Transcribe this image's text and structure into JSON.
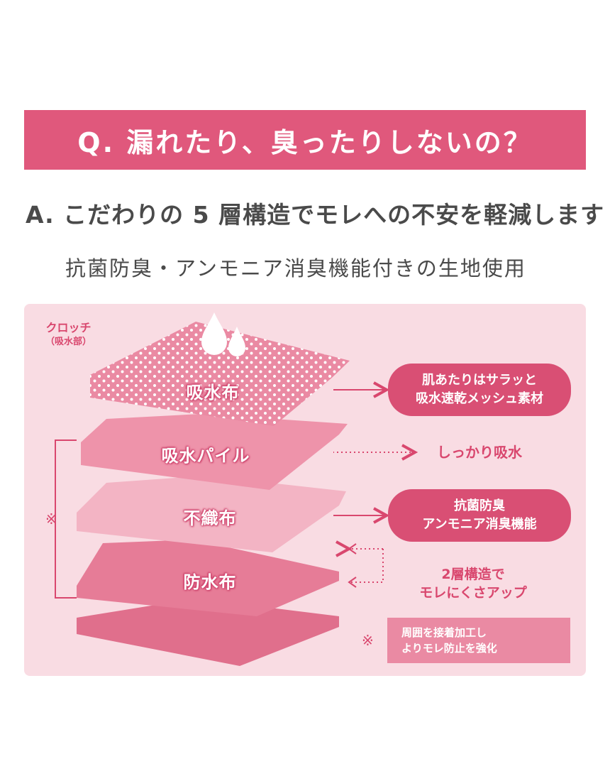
{
  "question": "Q. 漏れたり、臭ったりしないの？",
  "answer": "A. こだわりの 5 層構造でモレへの不安を軽減します",
  "subline": "抗菌防臭・アンモニア消臭機能付きの生地使用",
  "crotch": {
    "title": "クロッチ",
    "sub": "（吸水部）"
  },
  "layers": [
    {
      "label": "吸水布"
    },
    {
      "label": "吸水パイル"
    },
    {
      "label": "不織布"
    },
    {
      "label": "防水布"
    }
  ],
  "callouts": {
    "mesh": [
      "肌あたりはサラッと",
      "吸水速乾メッシュ素材"
    ],
    "absorb": "しっかり吸水",
    "antibac": [
      "抗菌防臭",
      "アンモニア消臭機能"
    ],
    "double": [
      "2層構造で",
      "モレにくさアップ"
    ]
  },
  "note": {
    "mark": "※",
    "lines": [
      "周囲を接着加工し",
      "よりモレ防止を強化"
    ]
  },
  "bracket_mark": "※",
  "icons": {
    "drops": "water-drop-icon",
    "no_leak": "no-leak-icon"
  },
  "colors": {
    "accent": "#e0587c",
    "panel": "#f9dce3",
    "text": "#4a4a4a"
  }
}
